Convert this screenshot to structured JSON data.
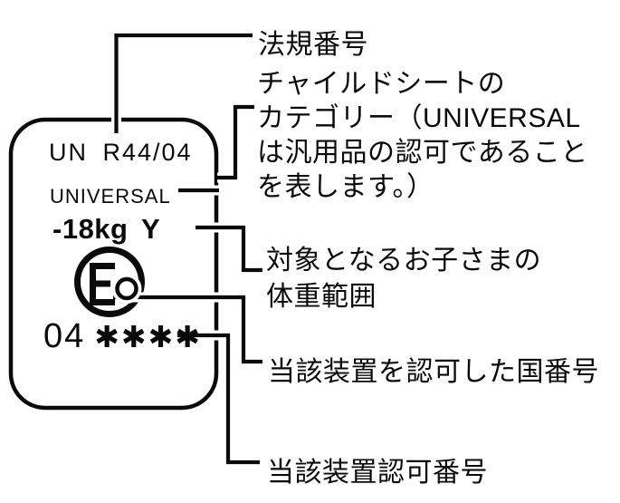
{
  "diagram": {
    "label": {
      "regulation": "UN R44/04",
      "category": "UNIVERSAL",
      "weight": "-18kg Y",
      "e_mark_letter": "E",
      "approval_prefix": "04",
      "approval_stars": "✱✱✱✱"
    },
    "annotations": {
      "regulation_number": "法規番号",
      "category_line1": "チャイルドシートの",
      "category_line2": "カテゴリー（UNIVERSAL",
      "category_line3": "は汎用品の認可であること",
      "category_line4": "を表します。）",
      "weight_range_line1": "対象となるお子さまの",
      "weight_range_line2": "体重範囲",
      "country_number": "当該装置を認可した国番号",
      "device_approval_number": "当該装置認可番号"
    },
    "colors": {
      "line": "#0a0a0a",
      "background": "#ffffff"
    }
  }
}
